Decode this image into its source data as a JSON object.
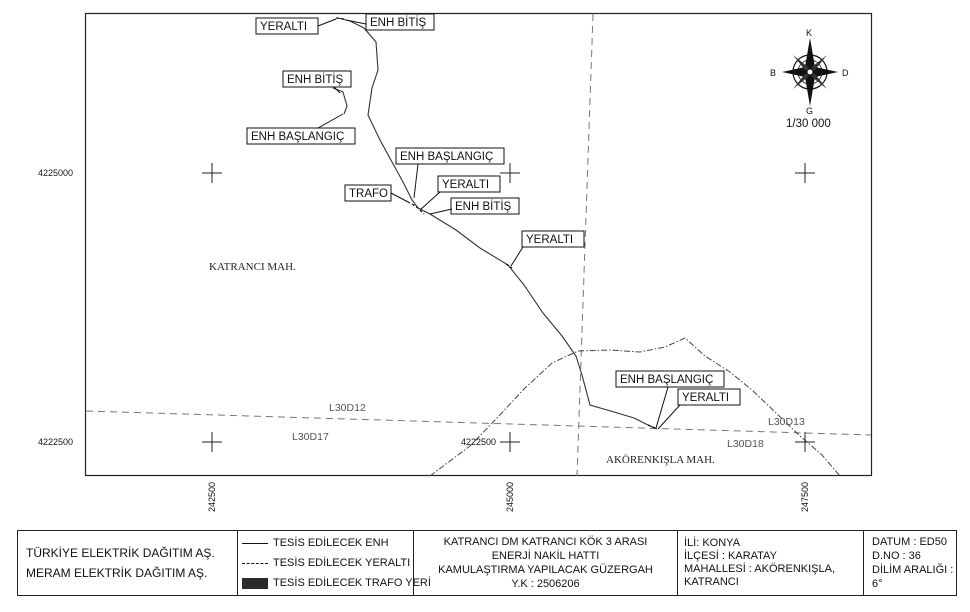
{
  "map": {
    "neighborhoods": [
      "KATRANCI MAH.",
      "AKÖRENKIŞLA MAH."
    ],
    "sheets": [
      "L30D12",
      "L30D17",
      "L30D13",
      "L30D18"
    ],
    "easting_ticks": [
      "242500",
      "245000",
      "247500"
    ],
    "northing_ticks": [
      "4225000",
      "4222500"
    ],
    "inline_coord": "4222500",
    "callouts": [
      "YERALTI",
      "ENH BİTİŞ",
      "ENH BİTİŞ",
      "ENH BAŞLANGIÇ",
      "ENH BAŞLANGIÇ",
      "TRAFO",
      "YERALTI",
      "ENH BİTİŞ",
      "YERALTI",
      "ENH BAŞLANGIÇ",
      "YERALTI"
    ],
    "compass": {
      "n": "K",
      "s": "G",
      "w": "B",
      "e": "D"
    },
    "scale": "1/30 000"
  },
  "legend": {
    "org": [
      "TÜRKİYE ELEKTRİK DAĞITIM AŞ.",
      "MERAM ELEKTRİK DAĞITIM AŞ."
    ],
    "key": [
      "TESİS EDİLECEK ENH",
      "TESİS EDİLECEK YERALTI",
      "TESİS EDİLECEK TRAFO YERİ"
    ],
    "title": [
      "KATRANCI DM KATRANCI KÖK 3 ARASI",
      "ENERJİ NAKİL HATTI",
      "KAMULAŞTIRMA YAPILACAK GÜZERGAH",
      "Y.K : 2506206"
    ],
    "location": [
      "İLİ: KONYA",
      "İLÇESİ : KARATAY",
      "MAHALLESİ : AKÖRENKIŞLA,",
      "KATRANCI"
    ],
    "datum": [
      "DATUM : ED50",
      "D.NO : 36",
      "DİLİM ARALIĞI : 6°"
    ]
  }
}
